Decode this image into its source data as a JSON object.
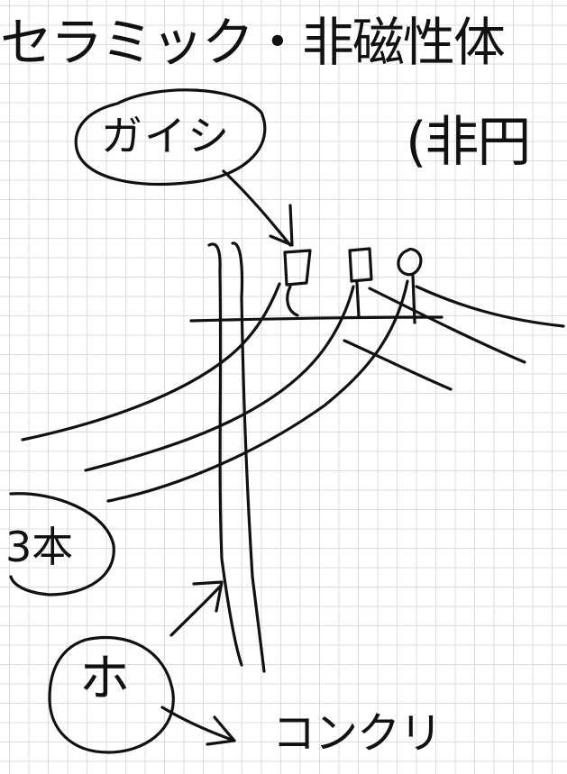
{
  "labels": {
    "title": "セラミック・非磁性体",
    "title_paren": "(非円",
    "insulator": "ガイシ",
    "wires": "3本",
    "pole": "ホ",
    "pole_material": "コンクリ"
  },
  "colors": {
    "ink": "#111111",
    "grid": "#dcdcdc",
    "paper": "#ffffff"
  }
}
